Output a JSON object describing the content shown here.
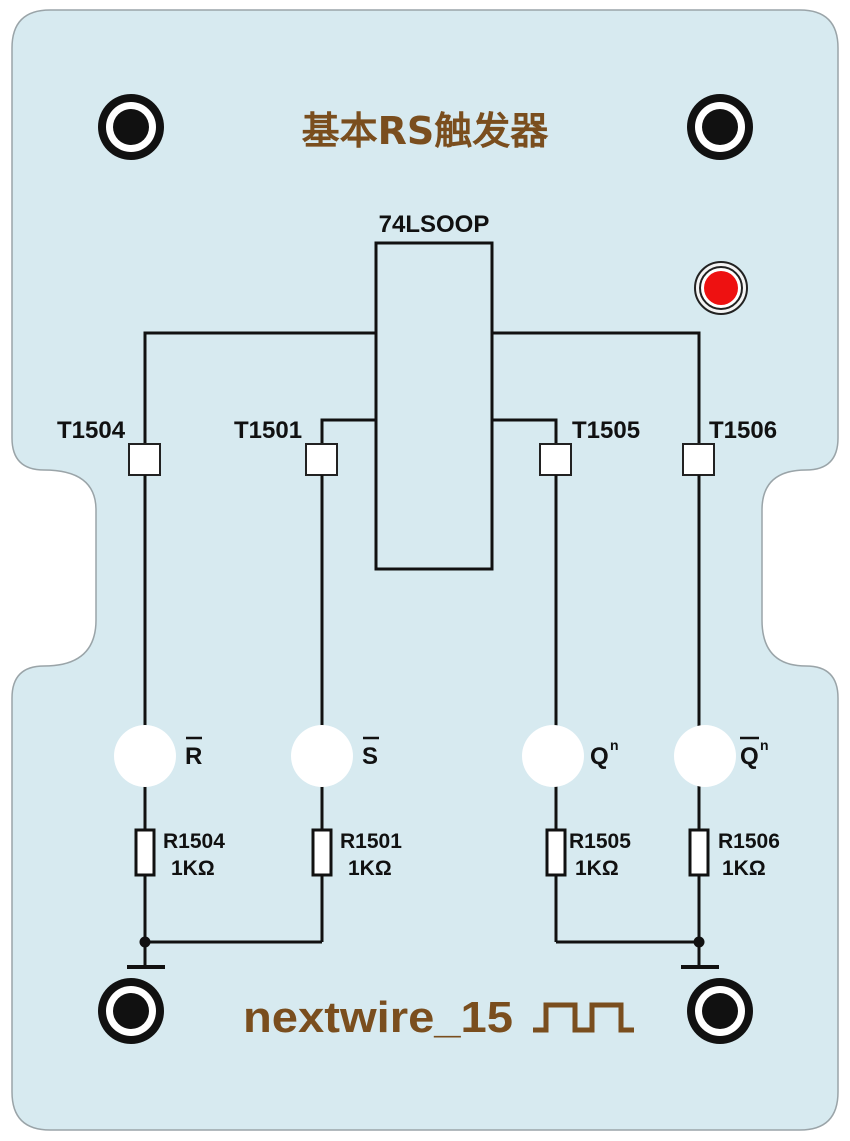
{
  "board": {
    "title": "基本RS触发器",
    "chip_label": "74LSOOP",
    "brand": "nextwire_15",
    "colors": {
      "board": "#d7eaf0",
      "title": "#7a4e1e",
      "led": "#ee1111"
    }
  },
  "test_points": [
    {
      "id": "T1504"
    },
    {
      "id": "T1501"
    },
    {
      "id": "T1505"
    },
    {
      "id": "T1506"
    }
  ],
  "outputs": [
    {
      "symbol": "R",
      "overline": true,
      "superscript": ""
    },
    {
      "symbol": "S",
      "overline": true,
      "superscript": ""
    },
    {
      "symbol": "Q",
      "overline": false,
      "superscript": "n"
    },
    {
      "symbol": "Q",
      "overline": true,
      "superscript": "n"
    }
  ],
  "resistors": [
    {
      "name": "R1504",
      "value": "1KΩ"
    },
    {
      "name": "R1501",
      "value": "1KΩ"
    },
    {
      "name": "R1505",
      "value": "1KΩ"
    },
    {
      "name": "R1506",
      "value": "1KΩ"
    }
  ],
  "icons": [
    "mount-hole-icon",
    "led-icon",
    "ground-icon",
    "square-wave-icon"
  ]
}
